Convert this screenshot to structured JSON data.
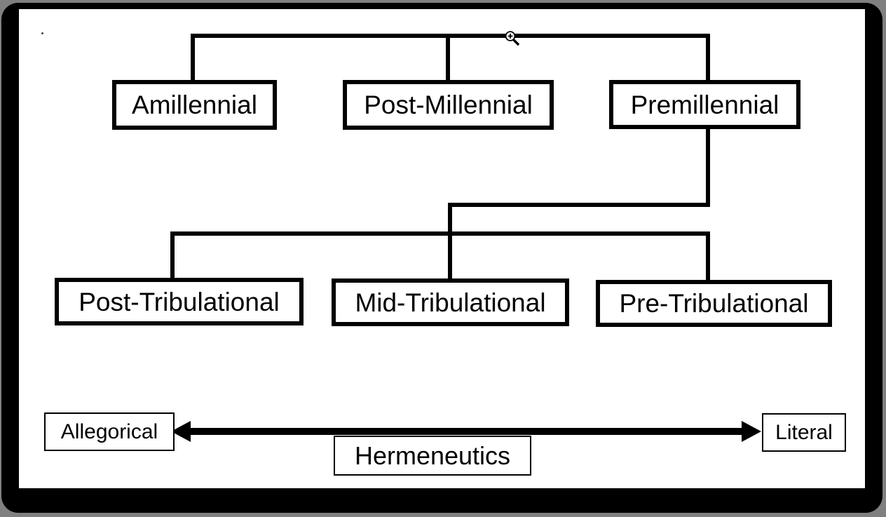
{
  "colors": {
    "background": "#808080",
    "frame": "#000000",
    "surface": "#ffffff",
    "line": "#000000",
    "text": "#000000"
  },
  "diagram": {
    "millennial_views": [
      {
        "label": "Amillennial"
      },
      {
        "label": "Post-Millennial"
      },
      {
        "label": "Premillennial"
      }
    ],
    "tribulational_views": [
      {
        "label": "Post-Tribulational"
      },
      {
        "label": "Mid-Tribulational"
      },
      {
        "label": "Pre-Tribulational"
      }
    ],
    "hermeneutics_axis": {
      "left_label": "Allegorical",
      "right_label": "Literal",
      "axis_label": "Hermeneutics"
    }
  },
  "cursor": {
    "name": "zoom-in-cursor"
  }
}
